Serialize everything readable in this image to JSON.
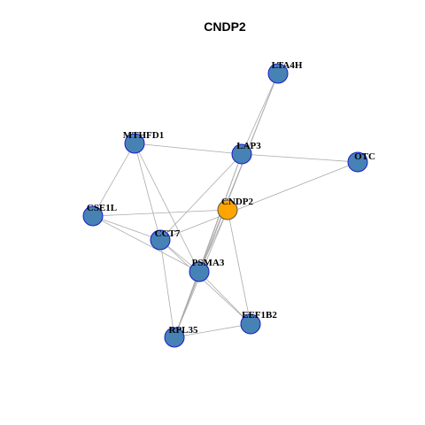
{
  "title": "CNDP2",
  "colors": {
    "default_node": "#4682B4",
    "default_node_border": "#1a1acc",
    "focus_node": "#FFA500",
    "focus_node_border": "#555555",
    "edge": "#aaaaaa"
  },
  "focus_node": "CNDP2",
  "nodes": [
    {
      "id": "LTA4H",
      "label": "LTA4H"
    },
    {
      "id": "MTHFD1",
      "label": "MTHFD1"
    },
    {
      "id": "LAP3",
      "label": "LAP3"
    },
    {
      "id": "OTC",
      "label": "OTC"
    },
    {
      "id": "CNDP2",
      "label": "CNDP2"
    },
    {
      "id": "CSE1L",
      "label": "CSE1L"
    },
    {
      "id": "CCT7",
      "label": "CCT7"
    },
    {
      "id": "PSMA3",
      "label": "PSMA3"
    },
    {
      "id": "EEF1B2",
      "label": "EEF1B2"
    },
    {
      "id": "RPL35",
      "label": "RPL35"
    }
  ],
  "edges": [
    [
      "LTA4H",
      "LAP3"
    ],
    [
      "LTA4H",
      "PSMA3"
    ],
    [
      "LTA4H",
      "RPL35"
    ],
    [
      "MTHFD1",
      "LAP3"
    ],
    [
      "MTHFD1",
      "CSE1L"
    ],
    [
      "MTHFD1",
      "CCT7"
    ],
    [
      "MTHFD1",
      "PSMA3"
    ],
    [
      "LAP3",
      "OTC"
    ],
    [
      "LAP3",
      "CCT7"
    ],
    [
      "LAP3",
      "PSMA3"
    ],
    [
      "LAP3",
      "RPL35"
    ],
    [
      "OTC",
      "CCT7"
    ],
    [
      "CNDP2",
      "CSE1L"
    ],
    [
      "CNDP2",
      "PSMA3"
    ],
    [
      "CNDP2",
      "EEF1B2"
    ],
    [
      "CNDP2",
      "RPL35"
    ],
    [
      "CSE1L",
      "CCT7"
    ],
    [
      "CSE1L",
      "PSMA3"
    ],
    [
      "CCT7",
      "PSMA3"
    ],
    [
      "CCT7",
      "RPL35"
    ],
    [
      "CCT7",
      "EEF1B2"
    ],
    [
      "PSMA3",
      "EEF1B2"
    ],
    [
      "PSMA3",
      "RPL35"
    ],
    [
      "RPL35",
      "EEF1B2"
    ]
  ]
}
